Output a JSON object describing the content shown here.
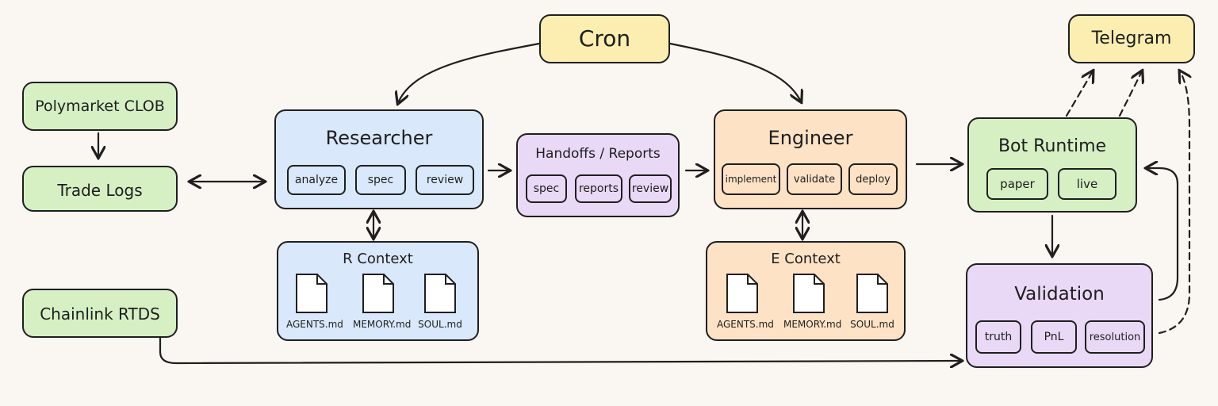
{
  "nodes": {
    "cron": "Cron",
    "telegram": "Telegram",
    "polymarket": "Polymarket CLOB",
    "trade_logs": "Trade Logs",
    "chainlink": "Chainlink RTDS",
    "researcher": {
      "title": "Researcher",
      "chips": [
        "analyze",
        "spec",
        "review"
      ]
    },
    "handoffs": {
      "title": "Handoffs / Reports",
      "chips": [
        "spec",
        "reports",
        "review"
      ]
    },
    "engineer": {
      "title": "Engineer",
      "chips": [
        "implement",
        "validate",
        "deploy"
      ]
    },
    "bot_runtime": {
      "title": "Bot Runtime",
      "chips": [
        "paper",
        "live"
      ]
    },
    "validation": {
      "title": "Validation",
      "chips": [
        "truth",
        "PnL",
        "resolution"
      ]
    },
    "r_context": {
      "title": "R Context",
      "files": [
        "AGENTS.md",
        "MEMORY.md",
        "SOUL.md"
      ]
    },
    "e_context": {
      "title": "E Context",
      "files": [
        "AGENTS.md",
        "MEMORY.md",
        "SOUL.md"
      ]
    }
  },
  "colors": {
    "green": "#d6f0c4",
    "yellow": "#fbeeb0",
    "blue": "#d9e8fb",
    "purple": "#e9d9f7",
    "orange": "#fde2c6",
    "stroke": "#1f1f1f"
  },
  "icons": [
    "document-icon"
  ]
}
